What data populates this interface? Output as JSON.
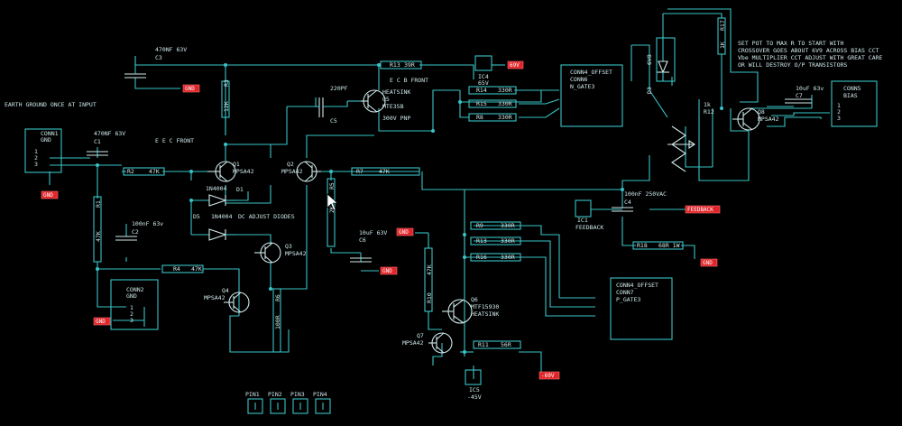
{
  "notes": {
    "earth": "EARTH GROUND ONCE AT INPUT",
    "setpot": [
      "SET POT TO MAX R TO START WITH",
      "CROSSOVER GOES ABOUT 6V9 ACROSS BIAS CCT",
      "Vbe MULTIPLIER CCT ADJUST WITH GREAT CARE",
      "OR WILL DESTROY O/P TRANSISTORS"
    ],
    "ecb_front": "E C B FRONT",
    "eec_front": "E E C FRONT",
    "dc_adjust": "DC ADJUST DIODES"
  },
  "connectors": {
    "conn1": {
      "name": "CONN1",
      "sub": "GND",
      "pins": [
        "1",
        "2",
        "3"
      ]
    },
    "conn2": {
      "name": "CONN2",
      "sub": "GND",
      "pins": [
        "1",
        "2",
        "3"
      ]
    },
    "conn6": {
      "name": "CONN4_OFFSET",
      "sub": "CONN6",
      "sub2": "N_GATE3"
    },
    "conn7": {
      "name": "CONN4_OFFSET",
      "sub": "CONN7",
      "sub2": "P_GATE3"
    },
    "conn5": {
      "name": "CONN5",
      "sub": "BIAS",
      "pins": [
        "1",
        "2",
        "3"
      ]
    }
  },
  "components": {
    "c3": {
      "ref": "C3",
      "val": "470NF 63V"
    },
    "c1": {
      "ref": "C1",
      "val": "470NF 63V"
    },
    "c5": {
      "ref": "C5",
      "val": "220PF"
    },
    "c2": {
      "ref": "C2",
      "val": "100nF 63v"
    },
    "c6": {
      "ref": "C6",
      "val": "10uF 63V"
    },
    "c4": {
      "ref": "C4",
      "val": "100nF 250VAC"
    },
    "c7": {
      "ref": "C7",
      "val": "10uF 63v"
    },
    "r13a": {
      "ref": "R13",
      "val": "39R"
    },
    "r14": {
      "ref": "R14",
      "val": "330R"
    },
    "r15": {
      "ref": "R15",
      "val": "330R"
    },
    "r8": {
      "ref": "R8",
      "val": "330R"
    },
    "r2": {
      "ref": "R2",
      "val": "47K"
    },
    "r7": {
      "ref": "R7",
      "val": "47K"
    },
    "r4": {
      "ref": "R4",
      "val": "47K"
    },
    "r3": {
      "ref": "R3",
      "val": "12K"
    },
    "r1": {
      "ref": "R1",
      "val": "47K"
    },
    "r5": {
      "ref": "R5",
      "val": "2K2"
    },
    "r6": {
      "ref": "R6",
      "val": "100R"
    },
    "r9": {
      "ref": "R9",
      "val": "330R"
    },
    "r13b": {
      "ref": "R13",
      "val": "330R"
    },
    "r16": {
      "ref": "R16",
      "val": "330R"
    },
    "r10": {
      "ref": "R10",
      "val": "47K"
    },
    "r11": {
      "ref": "R11",
      "val": "56R"
    },
    "r18": {
      "ref": "R18",
      "val": "68R 1W"
    },
    "r17": {
      "ref": "R17",
      "val": "1K"
    },
    "r12": {
      "ref": "R12",
      "val": "1k"
    },
    "d1": {
      "ref": "D1",
      "val": "1N4004"
    },
    "d5": {
      "ref": "D5",
      "val": "1N4004"
    },
    "d6v8": {
      "ref": "6V8"
    },
    "d3": {
      "ref": "D3"
    },
    "q1": {
      "ref": "Q1",
      "val": "MPSA42"
    },
    "q2": {
      "ref": "Q2",
      "val": "MPSA42"
    },
    "q3": {
      "ref": "Q3",
      "val": "MPSA42"
    },
    "q4": {
      "ref": "Q4",
      "val": "MPSA42"
    },
    "q5": {
      "ref": "Q5",
      "val": "MTE35B",
      "extra": "HEATSINK",
      "type": "300V PNP"
    },
    "q6": {
      "ref": "Q6",
      "val": "MTF15930",
      "extra": "HEATSINK"
    },
    "q7": {
      "ref": "Q7",
      "val": "MPSA42"
    },
    "q8": {
      "ref": "Q8",
      "val": "MPSA42"
    },
    "ic4": {
      "ref": "IC4",
      "val": "65V"
    },
    "ic1": {
      "ref": "IC1",
      "val": "FEEDBACK"
    },
    "ic5": {
      "ref": "IC5",
      "val": "-45V"
    }
  },
  "flags": {
    "gnd": "GND",
    "p69": "69V",
    "n69": "-69V",
    "feedback": "FEEDBACK"
  },
  "pins": [
    "PIN1",
    "PIN2",
    "PIN3",
    "PIN4"
  ]
}
